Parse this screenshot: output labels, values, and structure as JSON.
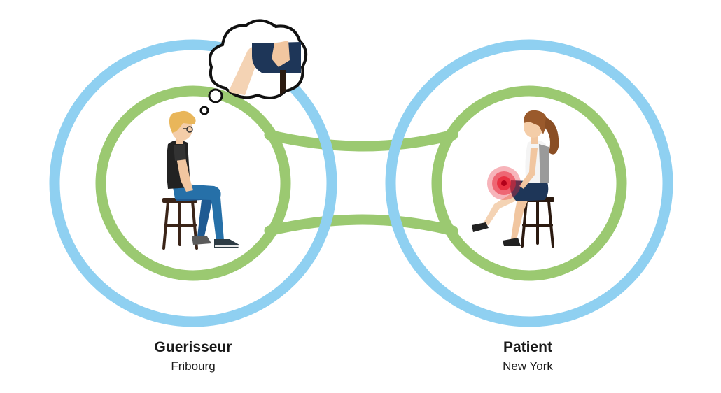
{
  "healer": {
    "name": "Guerisseur",
    "location": "Fribourg"
  },
  "patient": {
    "name": "Patient",
    "location": "New York"
  },
  "colors": {
    "outer_ring": "#8fd0f1",
    "inner_ring": "#9bc971",
    "pain_marker": "#e8283a",
    "text": "#1a1a1a"
  },
  "icons": [
    "thought-bubble-icon",
    "healer-seated-figure-icon",
    "patient-seated-figure-icon",
    "pain-target-icon",
    "stool-icon"
  ]
}
